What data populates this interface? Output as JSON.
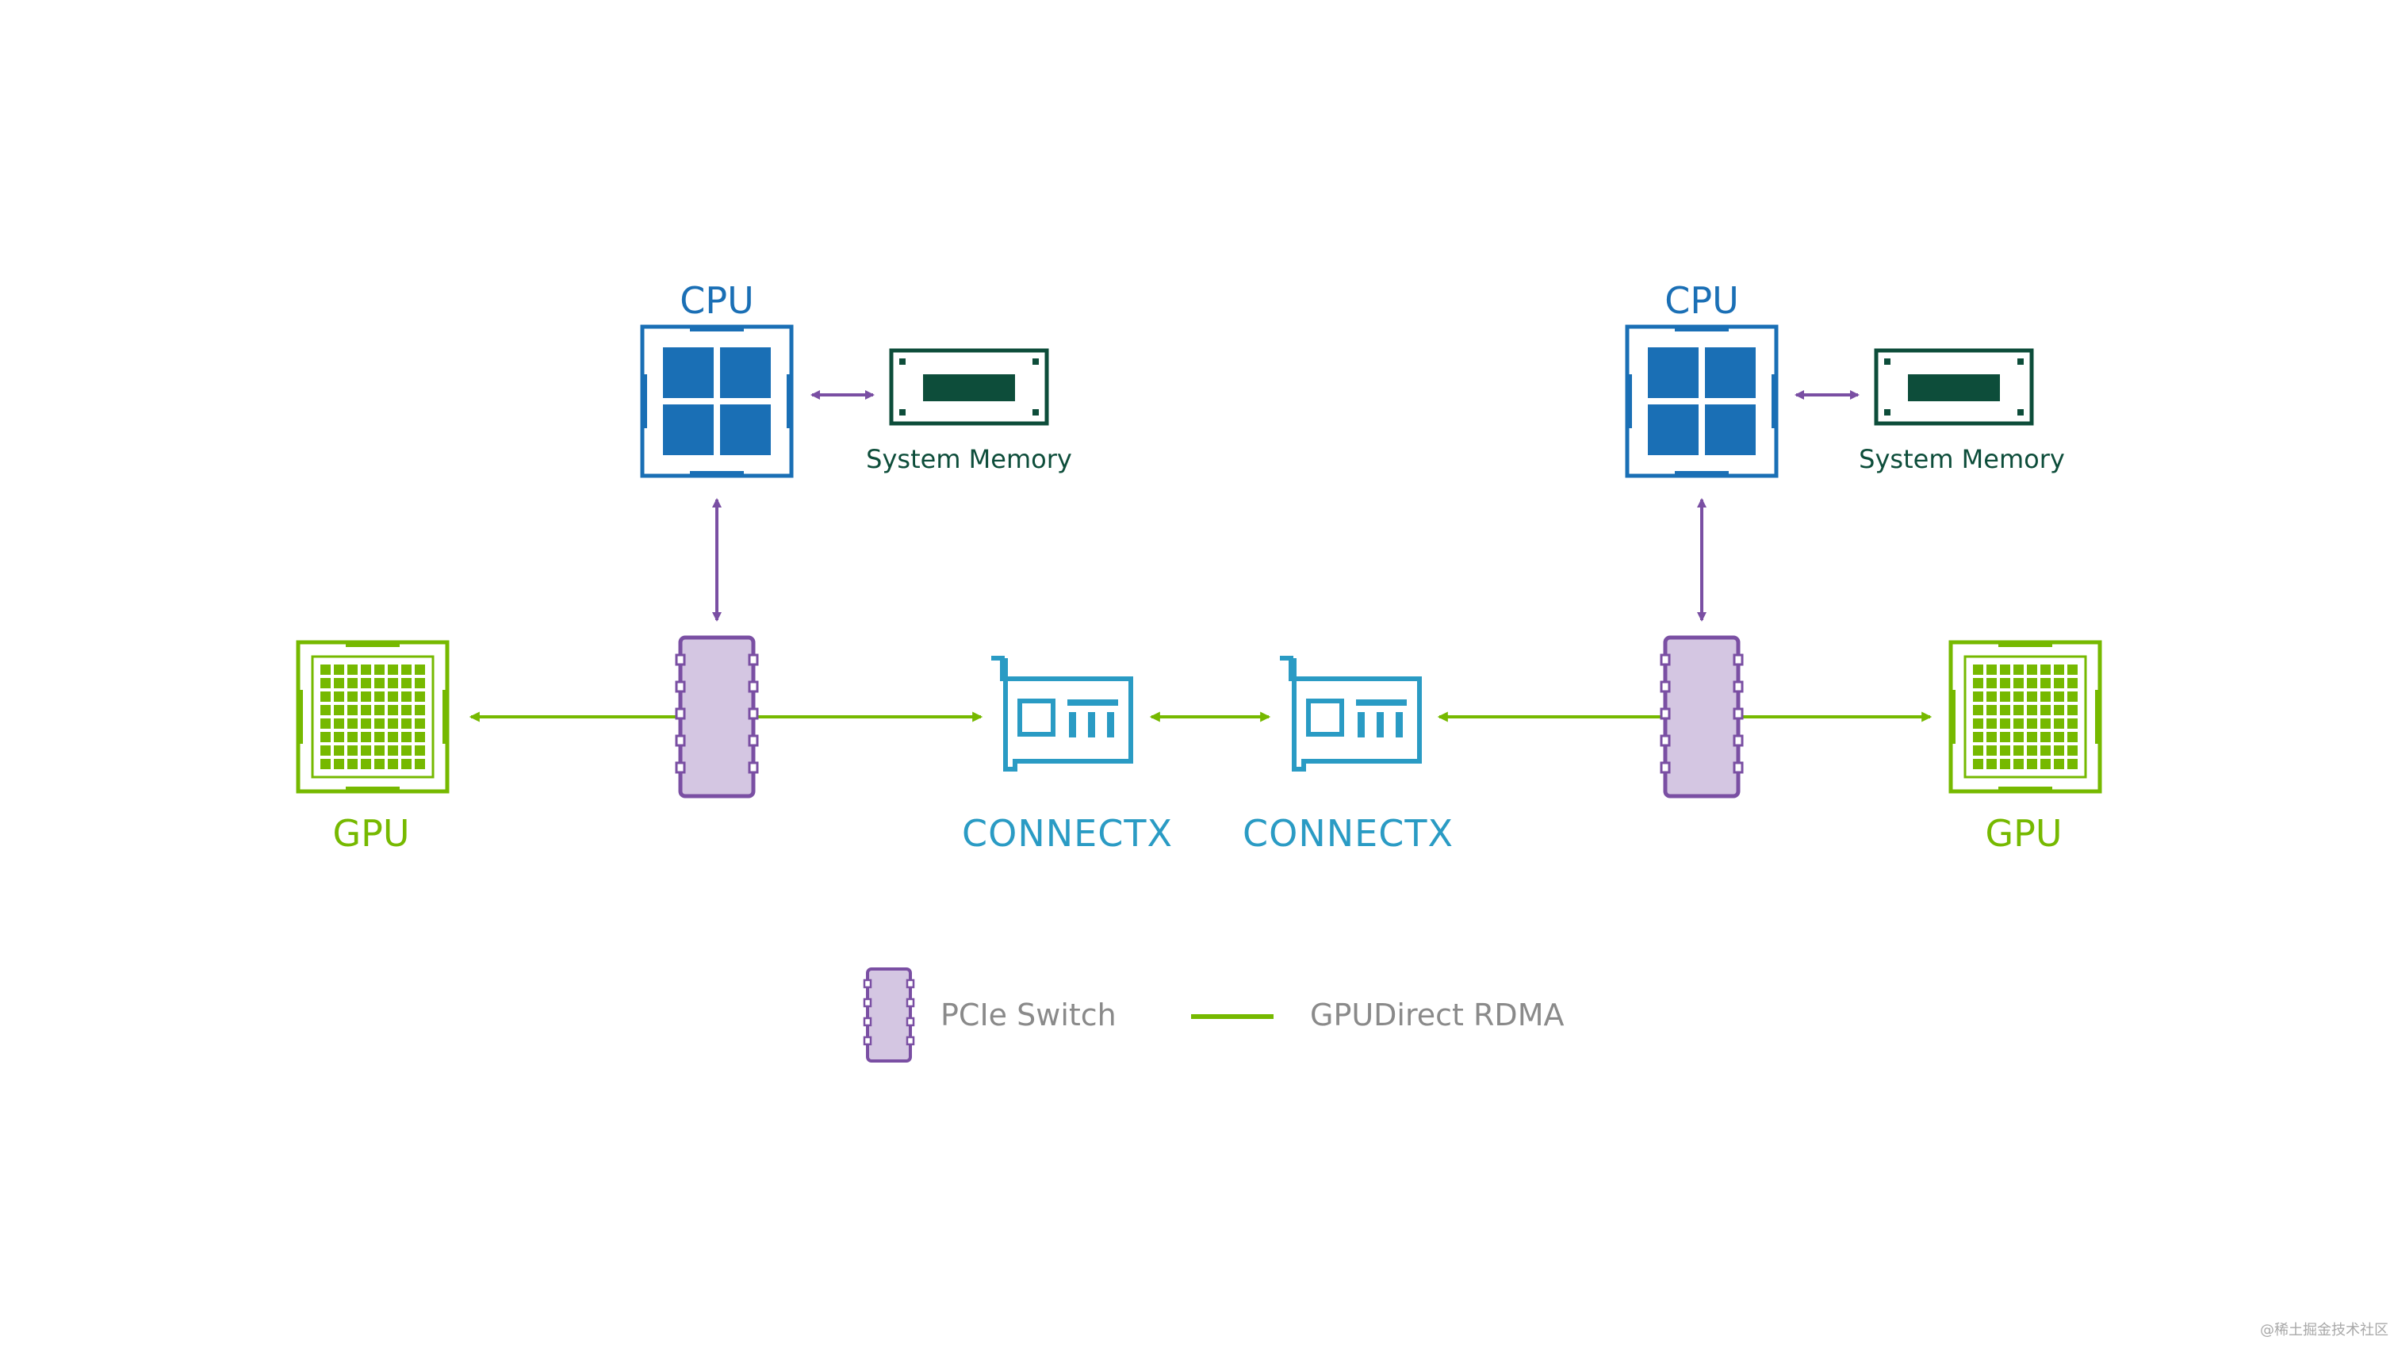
{
  "nodes": {
    "cpu_left": {
      "label": "CPU"
    },
    "cpu_right": {
      "label": "CPU"
    },
    "memory_left": {
      "label": "System Memory"
    },
    "memory_right": {
      "label": "System Memory"
    },
    "gpu_left": {
      "label": "GPU"
    },
    "gpu_right": {
      "label": "GPU"
    },
    "connectx_left": {
      "label": "CONNECTX"
    },
    "connectx_right": {
      "label": "CONNECTX"
    }
  },
  "legend": {
    "pcie_switch": "PCIe Switch",
    "gpudirect_rdma": "GPUDirect RDMA"
  },
  "watermark": "@稀土掘金技术社区",
  "colors": {
    "cpu": "#1a6fb5",
    "memory": "#0d4d3a",
    "gpu": "#76b900",
    "connectx": "#2a9bc4",
    "pcie_switch_stroke": "#7a4fa3",
    "pcie_switch_fill": "#d4c6e2",
    "cpu_link": "#7a4fa3",
    "rdma_link": "#76b900",
    "legend_text": "#8a8a8a"
  },
  "icons": {
    "cpu": "cpu-chip-icon",
    "memory": "memory-module-icon",
    "gpu": "gpu-chip-icon",
    "connectx": "network-card-icon",
    "pcie_switch": "pcie-switch-icon"
  }
}
